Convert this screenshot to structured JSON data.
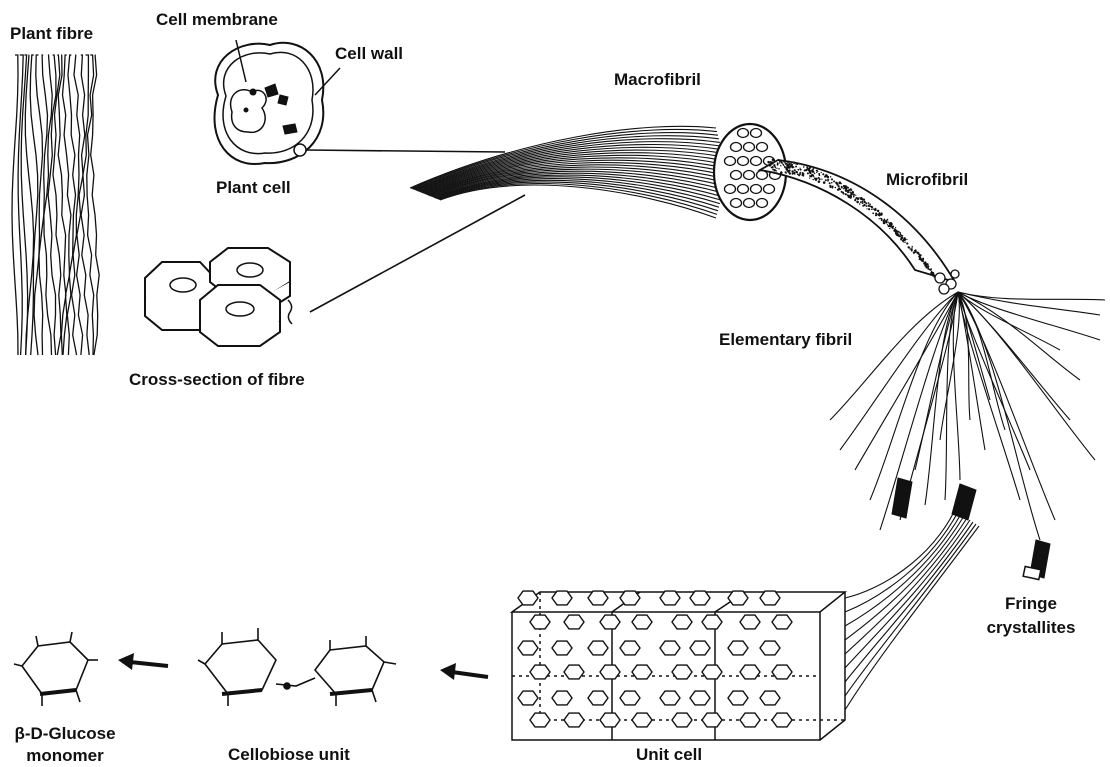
{
  "labels": {
    "plant_fibre": "Plant fibre",
    "cell_membrane": "Cell membrane",
    "cell_wall": "Cell wall",
    "plant_cell": "Plant cell",
    "cross_section": "Cross-section of fibre",
    "macrofibril": "Macrofibril",
    "microfibril": "Microfibril",
    "elementary_fibril": "Elementary fibril",
    "fringe_crystallites_line1": "Fringe",
    "fringe_crystallites_line2": "crystallites",
    "unit_cell": "Unit cell",
    "cellobiose_unit": "Cellobiose unit",
    "glucose_line1": "β-D-Glucose",
    "glucose_line2": "monomer"
  },
  "colors": {
    "ink": "#111111",
    "background": "#ffffff"
  }
}
